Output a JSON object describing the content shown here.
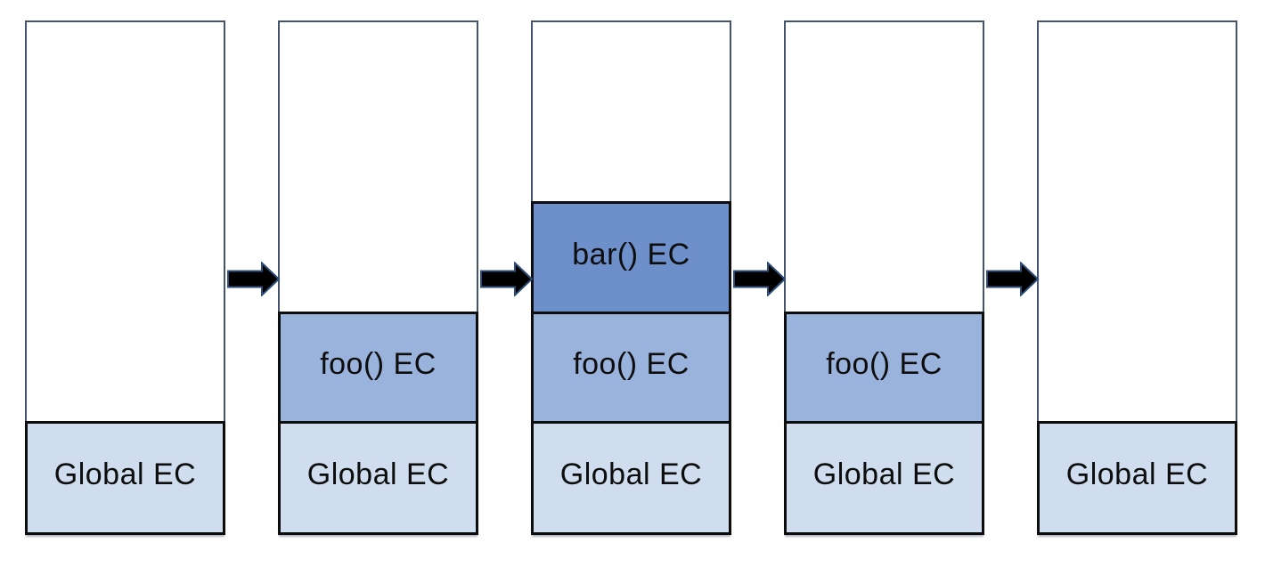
{
  "diagram": {
    "name": "execution-context-stack-lifecycle",
    "labels": {
      "global": "Global EC",
      "foo": "foo() EC",
      "bar": "bar() EC"
    },
    "stacks": [
      {
        "name": "step-1",
        "frames": [
          {
            "type": "global",
            "label": "Global EC"
          }
        ]
      },
      {
        "name": "step-2",
        "frames": [
          {
            "type": "foo",
            "label": "foo() EC"
          },
          {
            "type": "global",
            "label": "Global EC"
          }
        ]
      },
      {
        "name": "step-3",
        "frames": [
          {
            "type": "bar",
            "label": "bar() EC"
          },
          {
            "type": "foo",
            "label": "foo() EC"
          },
          {
            "type": "global",
            "label": "Global EC"
          }
        ]
      },
      {
        "name": "step-4",
        "frames": [
          {
            "type": "foo",
            "label": "foo() EC"
          },
          {
            "type": "global",
            "label": "Global EC"
          }
        ]
      },
      {
        "name": "step-5",
        "frames": [
          {
            "type": "global",
            "label": "Global EC"
          }
        ]
      }
    ],
    "arrows": [
      {
        "name": "arrow-1"
      },
      {
        "name": "arrow-2"
      },
      {
        "name": "arrow-3"
      },
      {
        "name": "arrow-4"
      }
    ],
    "colors": {
      "frame_global_fill": "#CFDDEE",
      "frame_foo_fill": "#9AB3DC",
      "frame_bar_fill": "#6D90CB",
      "stack_border": "#44546A",
      "frame_border": "#0D0D0D",
      "arrow_fill": "#000000",
      "arrow_outline": "#2E4D7B",
      "text": "#0D0D0D",
      "background": "#FFFFFF"
    }
  }
}
